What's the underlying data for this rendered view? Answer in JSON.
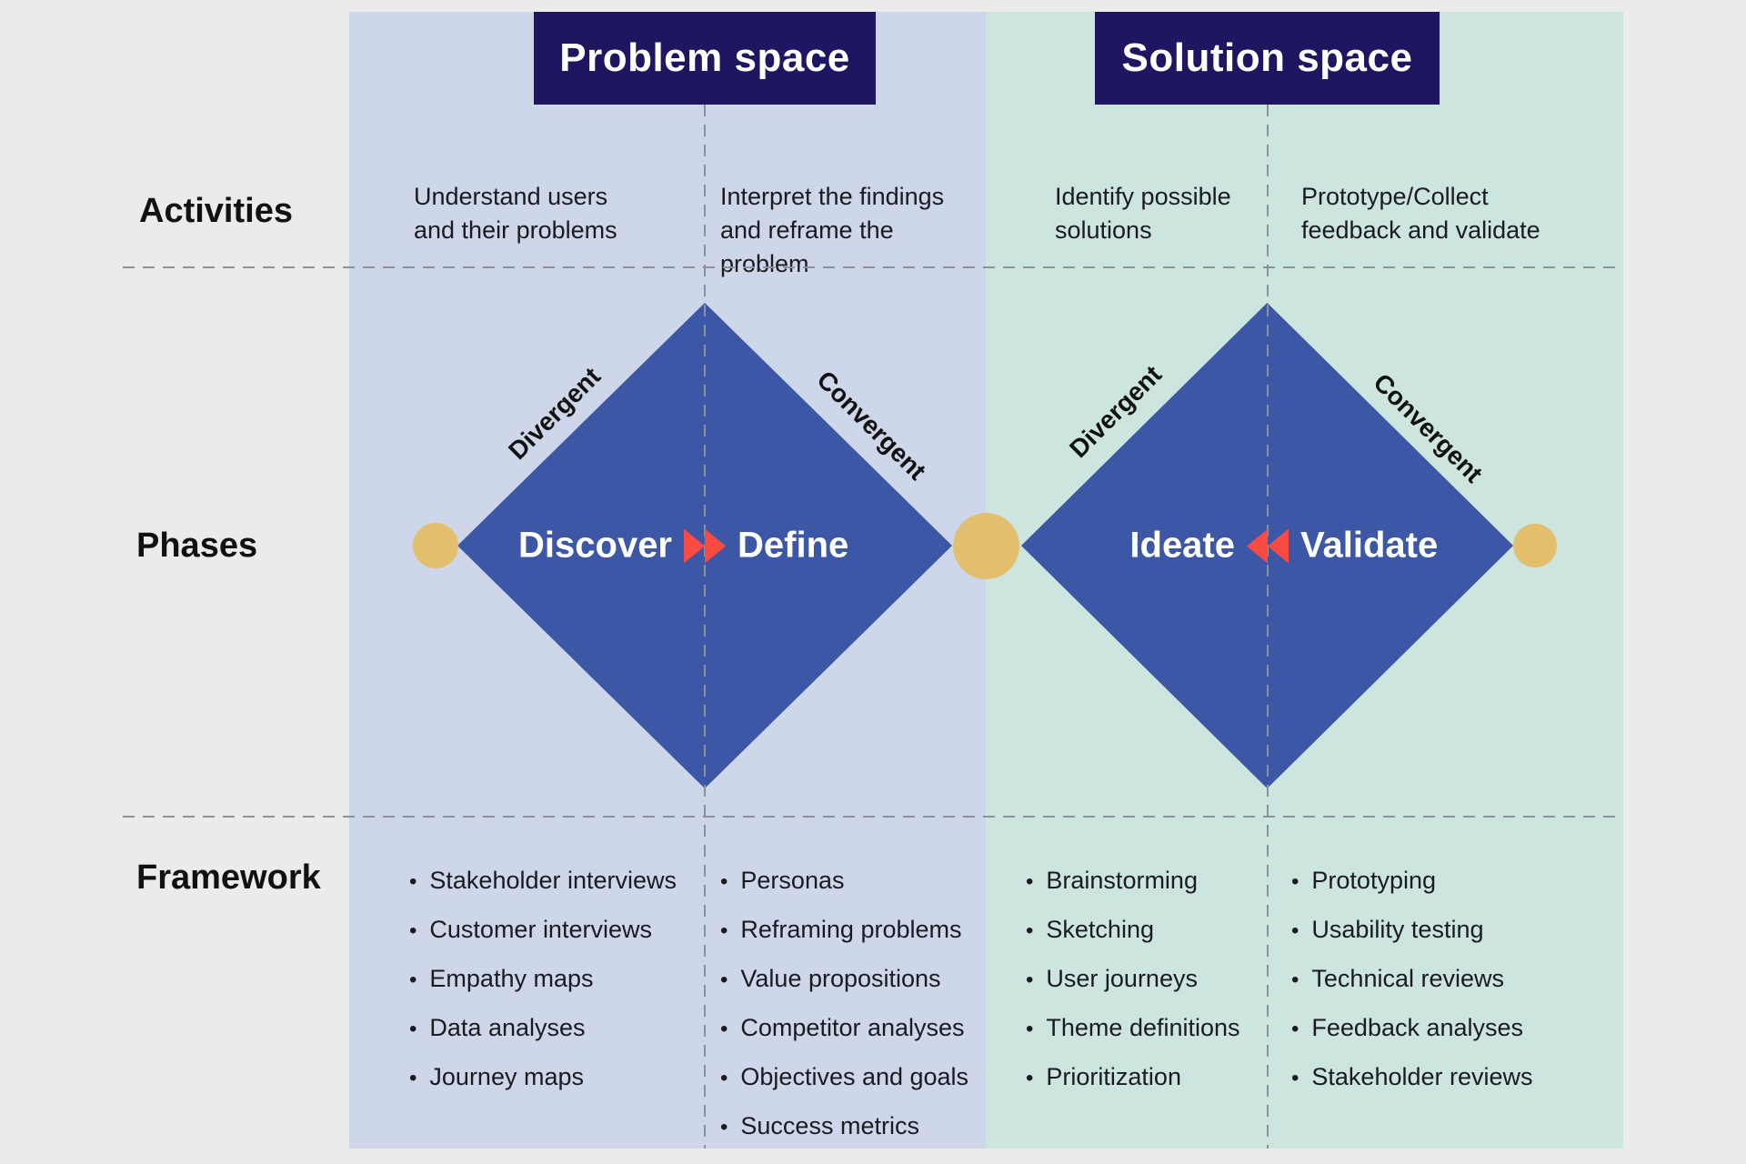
{
  "spaces": {
    "problem_label": "Problem space",
    "solution_label": "Solution space"
  },
  "row_labels": {
    "activities": "Activities",
    "phases": "Phases",
    "framework": "Framework"
  },
  "activities": [
    {
      "text": "Understand users\nand their problems"
    },
    {
      "text": "Interpret the findings\nand reframe the\nproblem"
    },
    {
      "text": "Identify possible\nsolutions"
    },
    {
      "text": "Prototype/Collect\nfeedback and validate"
    }
  ],
  "phases": {
    "diamond1": {
      "left_word": "Discover",
      "right_word": "Define",
      "arrow_direction": "right",
      "divergent_label": "Divergent",
      "convergent_label": "Convergent"
    },
    "diamond2": {
      "left_word": "Ideate",
      "right_word": "Validate",
      "arrow_direction": "left",
      "divergent_label": "Divergent",
      "convergent_label": "Convergent"
    }
  },
  "framework": {
    "discover": [
      "Stakeholder interviews",
      "Customer interviews",
      "Empathy maps",
      "Data analyses",
      "Journey maps"
    ],
    "define": [
      "Personas",
      "Reframing problems",
      "Value propositions",
      "Competitor analyses",
      "Objectives and goals",
      "Success metrics"
    ],
    "ideate": [
      "Brainstorming",
      "Sketching",
      "User journeys",
      "Theme definitions",
      "Prioritization"
    ],
    "validate": [
      "Prototyping",
      "Usability testing",
      "Technical reviews",
      "Feedback analyses",
      "Stakeholder reviews"
    ]
  },
  "bullet_glyph": "•",
  "colors": {
    "page_background": "#ebebe9",
    "problem_band": "#cdd7e9",
    "solution_band": "#cde5df",
    "badge_navy": "#1e1660",
    "diamond_blue": "#3c57a6",
    "connector_gold": "#e2bf6c",
    "arrow_red": "#f94b42",
    "dash_gray": "#8d929a",
    "text": "#1a1a20"
  }
}
